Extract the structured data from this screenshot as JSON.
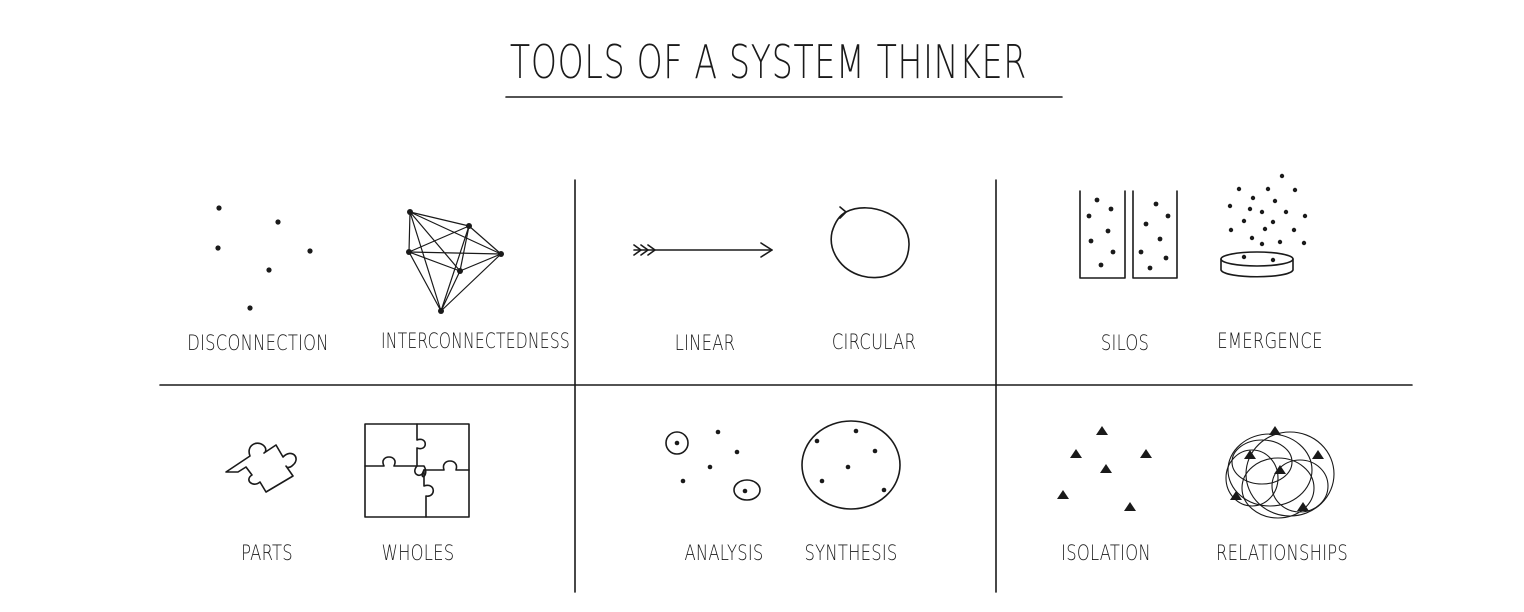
{
  "title": "TOOLS OF A SYSTEM THINKER",
  "concepts": {
    "disconnection": "DISCONNECTION",
    "interconnectedness": "INTERCONNECTEDNESS",
    "linear": "LINEAR",
    "circular": "CIRCULAR",
    "silos": "SILOS",
    "emergence": "EMERGENCE",
    "parts": "PARTS",
    "wholes": "WHOLES",
    "analysis": "ANALYSIS",
    "synthesis": "SYNTHESIS",
    "isolation": "ISOLATION",
    "relationships": "RELATIONSHIPS"
  }
}
